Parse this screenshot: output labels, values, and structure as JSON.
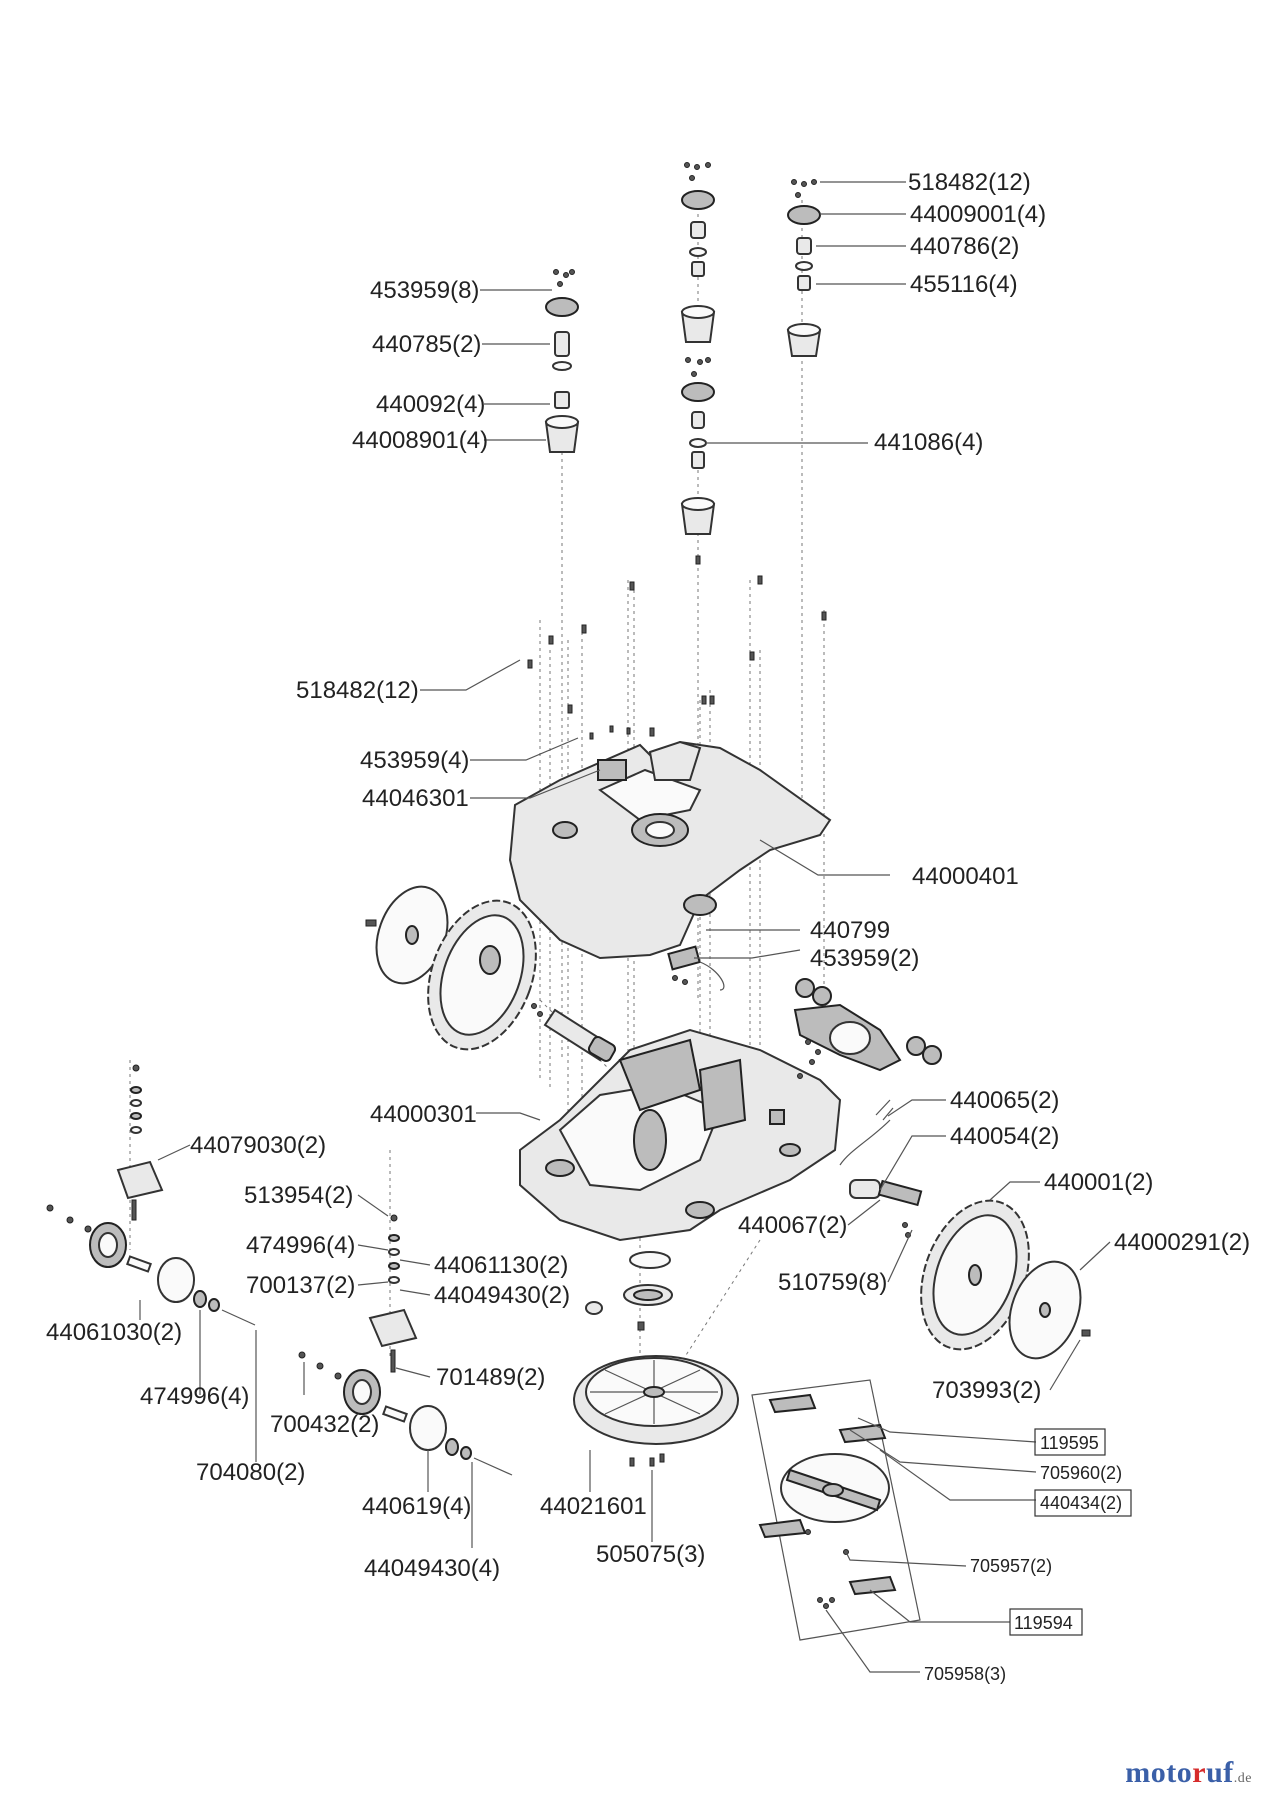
{
  "diagram": {
    "labels": {
      "l01": "518482(12)",
      "l02": "44009001(4)",
      "l03": "440786(2)",
      "l04": "455116(4)",
      "l05": "453959(8)",
      "l06": "440785(2)",
      "l07": "440092(4)",
      "l08": "44008901(4)",
      "l09": "441086(4)",
      "l10": "518482(12)",
      "l11": "453959(4)",
      "l12": "44046301",
      "l13": "44000401",
      "l14": "440799",
      "l15": "453959(2)",
      "l16": "44000301",
      "l17": "440065(2)",
      "l18": "440054(2)",
      "l19": "440001(2)",
      "l20": "44079030(2)",
      "l21": "513954(2)",
      "l22": "474996(4)",
      "l23": "44061130(2)",
      "l24": "700137(2)",
      "l25": "44049430(2)",
      "l26": "440067(2)",
      "l27": "44000291(2)",
      "l28": "510759(8)",
      "l29": "44061030(2)",
      "l30": "701489(2)",
      "l31": "474996(4)",
      "l32": "703993(2)",
      "l33": "700432(2)",
      "l34": "119595",
      "l35": "705960(2)",
      "l36": "704080(2)",
      "l37": "440619(4)",
      "l38": "44021601",
      "l39": "440434(2)",
      "l40": "505075(3)",
      "l41": "705957(2)",
      "l42": "44049430(4)",
      "l43": "119594",
      "l44": "705958(3)"
    }
  },
  "watermark": {
    "part1": "moto",
    "part2": "r",
    "part3": "uf",
    "suffix": ".de"
  },
  "colors": {
    "line": "#333333",
    "brand_blue": "#3a5fa8",
    "brand_red": "#d62b2b"
  }
}
